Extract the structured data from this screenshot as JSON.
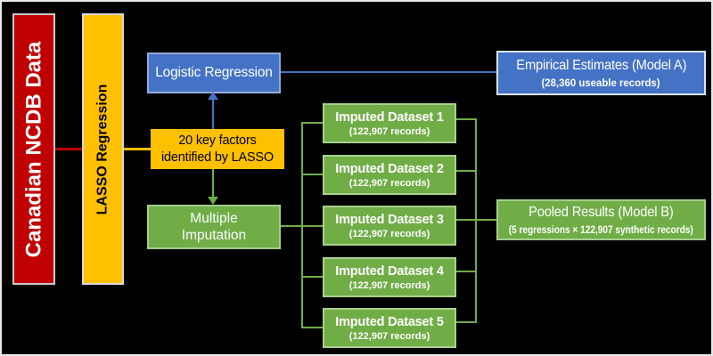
{
  "figure": {
    "type": "flowchart",
    "background": "#000000",
    "colors": {
      "red": "#C00000",
      "gold": "#FFC000",
      "blue": "#4472C4",
      "green": "#70AD47",
      "text_on_dark": "#FFFFFF",
      "text_on_gold": "#000000"
    }
  },
  "nodes": {
    "source": {
      "label": "Canadian NCDB Data"
    },
    "lasso": {
      "label": "LASSO Regression"
    },
    "logistic": {
      "label": "Logistic Regression"
    },
    "factors": {
      "line1": "20 key factors",
      "line2": "identified by LASSO"
    },
    "imputation": {
      "line1": "Multiple",
      "line2": "Imputation"
    },
    "empirical": {
      "title": "Empirical Estimates (Model A)",
      "subtitle": "(28,360 useable records)"
    },
    "pooled": {
      "title": "Pooled Results (Model B)",
      "subtitle": "(5 regressions × 122,907 synthetic records)"
    },
    "imputed_datasets": [
      {
        "title": "Imputed Dataset 1",
        "subtitle": "(122,907 records)"
      },
      {
        "title": "Imputed Dataset 2",
        "subtitle": "(122,907 records)"
      },
      {
        "title": "Imputed Dataset 3",
        "subtitle": "(122,907 records)"
      },
      {
        "title": "Imputed Dataset 4",
        "subtitle": "(122,907 records)"
      },
      {
        "title": "Imputed Dataset 5",
        "subtitle": "(122,907 records)"
      }
    ]
  }
}
